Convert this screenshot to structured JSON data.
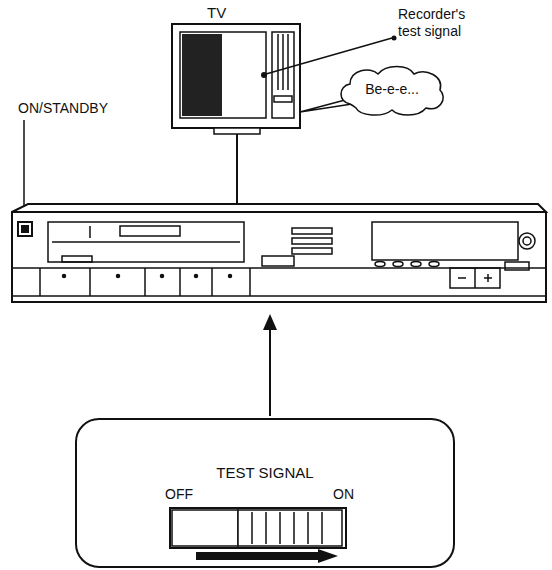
{
  "diagram": {
    "nodes": [
      {
        "text": [
          "Be-e-e..."
        ]
      },
      {
        "text": [
          "TEST SIGNAL",
          "OFF",
          "ON"
        ]
      }
    ],
    "labels": [
      "TV",
      "Recorder's test signal",
      "ON/STANDBY"
    ]
  }
}
